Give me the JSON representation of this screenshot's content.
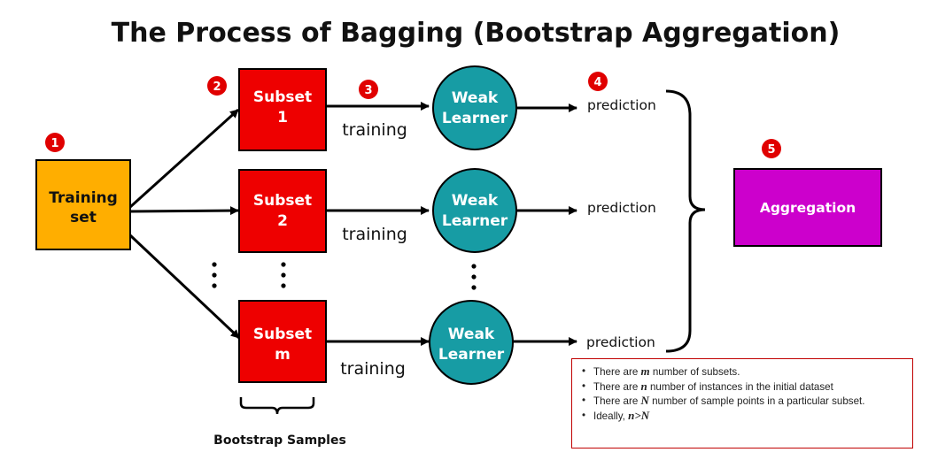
{
  "title": "The Process of Bagging (Bootstrap Aggregation)",
  "training_set": {
    "line1": "Training",
    "line2": "set"
  },
  "subsets": [
    {
      "line1": "Subset",
      "line2": "1"
    },
    {
      "line1": "Subset",
      "line2": "2"
    },
    {
      "line1": "Subset",
      "line2": "m"
    }
  ],
  "learners": [
    {
      "line1": "Weak",
      "line2": "Learner"
    },
    {
      "line1": "Weak",
      "line2": "Learner"
    },
    {
      "line1": "Weak",
      "line2": "Learner"
    }
  ],
  "training_labels": [
    "training",
    "training",
    "training"
  ],
  "prediction_labels": [
    "prediction",
    "prediction",
    "prediction"
  ],
  "aggregation": "Aggregation",
  "bootstrap_caption": "Bootstrap Samples",
  "step_badges": [
    "1",
    "2",
    "3",
    "4",
    "5"
  ],
  "notes": {
    "n1_pre": "There are ",
    "n1_var": "m",
    "n1_post": " number of subsets.",
    "n2_pre": "There are ",
    "n2_var": "n",
    "n2_post": " number of instances in the initial dataset",
    "n3_pre": "There are ",
    "n3_var": "N",
    "n3_post": " number of sample points in a particular subset.",
    "n4_pre": "Ideally, ",
    "n4_var": "n>N"
  },
  "colors": {
    "training_set_fill": "#FFAE00",
    "subset_fill": "#EE0000",
    "learner_fill": "#179CA4",
    "aggregation_fill": "#CC00CC",
    "badge_fill": "#E00000",
    "notes_border": "#C00000"
  }
}
